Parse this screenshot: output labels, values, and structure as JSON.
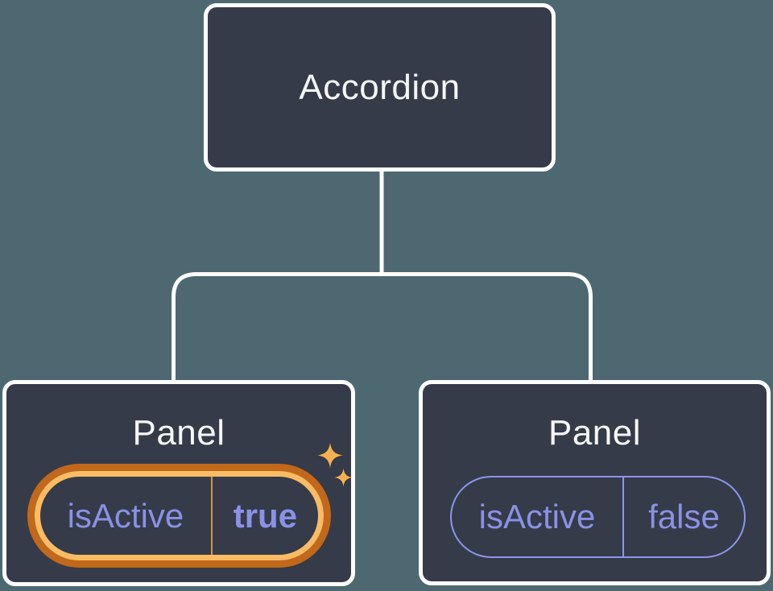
{
  "diagram": {
    "description": "Component tree with state pills",
    "root": {
      "label": "Accordion"
    },
    "children": [
      {
        "label": "Panel",
        "state": {
          "key": "isActive",
          "value": "true"
        },
        "highlighted": true
      },
      {
        "label": "Panel",
        "state": {
          "key": "isActive",
          "value": "false"
        },
        "highlighted": false
      }
    ]
  },
  "icons": {
    "sparkle_large": "sparkle-icon",
    "sparkle_small": "sparkle-icon"
  },
  "colors": {
    "background": "#4D6870",
    "node_fill": "#353B48",
    "node_border": "#FFFFFF",
    "label_text": "#F6F7F9",
    "state_text": "#8A91E6",
    "state_border": "#8D95EC",
    "highlight_outer": "#C2681A",
    "highlight_inner": "#F9BC64",
    "highlight_divider": "#D9943F",
    "sparkle": "#F6B14E"
  }
}
